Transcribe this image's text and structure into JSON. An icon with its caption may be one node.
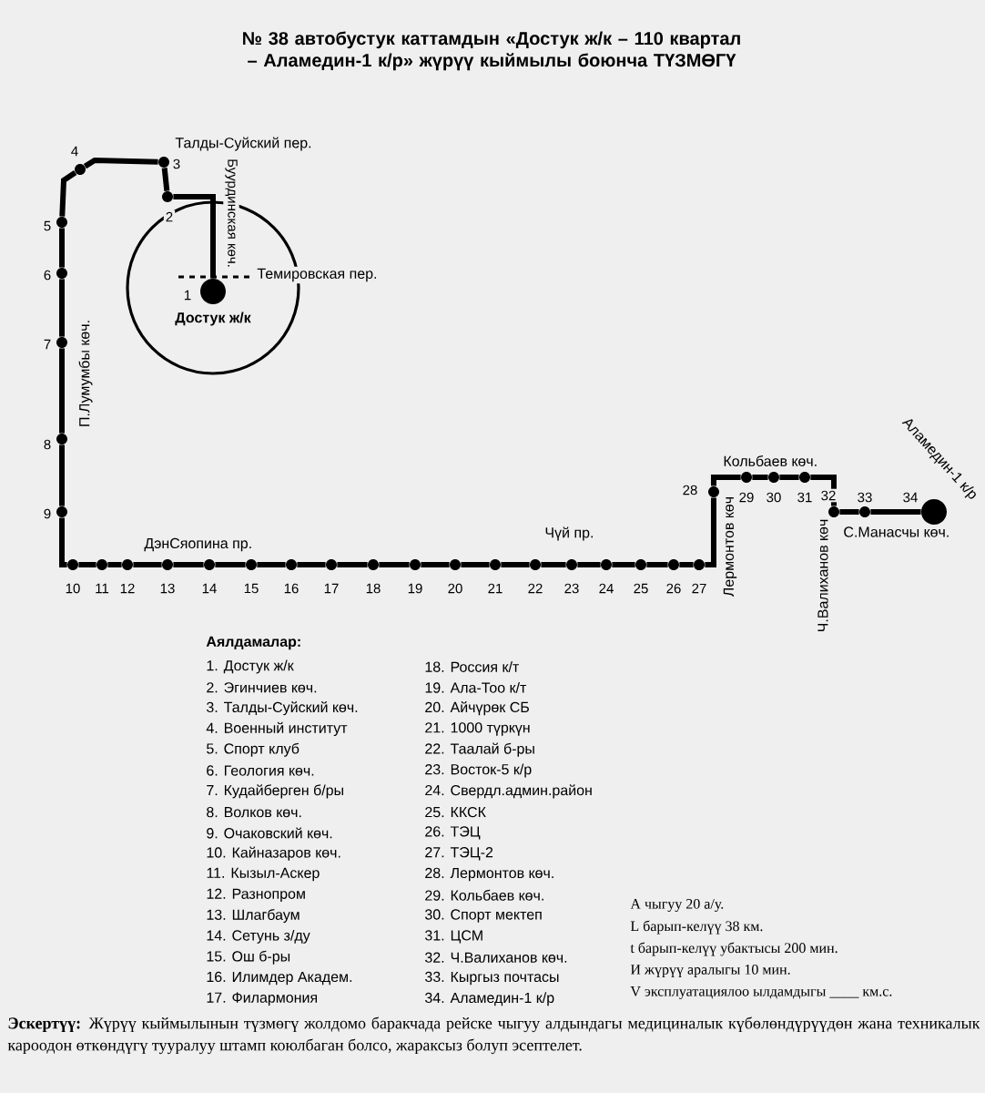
{
  "diagram": {
    "title": "№ 38 автобустук каттамдын «Достук ж/к – 110 квартал – Аламедин-1 к/р» жүрүү кыймылы боюнча ТҮЗМӨГҮ",
    "nodes": [
      {
        "text": [],
        "shape": "circle",
        "beside": [
          "1",
          "Достук ж/к"
        ]
      },
      {
        "text": [],
        "shape": "circle",
        "beside": [
          "2"
        ]
      },
      {
        "text": [],
        "shape": "circle",
        "beside": [
          "3"
        ]
      },
      {
        "text": [],
        "shape": "circle",
        "beside": [
          "4"
        ]
      },
      {
        "text": [],
        "shape": "circle",
        "beside": [
          "5"
        ]
      },
      {
        "text": [],
        "shape": "circle",
        "beside": [
          "6"
        ]
      },
      {
        "text": [],
        "shape": "circle",
        "beside": [
          "7"
        ]
      },
      {
        "text": [],
        "shape": "circle",
        "beside": [
          "8"
        ]
      },
      {
        "text": [],
        "shape": "circle",
        "beside": [
          "9"
        ]
      },
      {
        "text": [],
        "shape": "circle",
        "beside": [
          "10"
        ]
      },
      {
        "text": [],
        "shape": "circle",
        "beside": [
          "11"
        ]
      },
      {
        "text": [],
        "shape": "circle",
        "beside": [
          "12"
        ]
      },
      {
        "text": [],
        "shape": "circle",
        "beside": [
          "13"
        ]
      },
      {
        "text": [],
        "shape": "circle",
        "beside": [
          "14"
        ]
      },
      {
        "text": [],
        "shape": "circle",
        "beside": [
          "15"
        ]
      },
      {
        "text": [],
        "shape": "circle",
        "beside": [
          "16"
        ]
      },
      {
        "text": [],
        "shape": "circle",
        "beside": [
          "17"
        ]
      },
      {
        "text": [],
        "shape": "circle",
        "beside": [
          "18"
        ]
      },
      {
        "text": [],
        "shape": "circle",
        "beside": [
          "19"
        ]
      },
      {
        "text": [],
        "shape": "circle",
        "beside": [
          "20"
        ]
      },
      {
        "text": [],
        "shape": "circle",
        "beside": [
          "21"
        ]
      },
      {
        "text": [],
        "shape": "circle",
        "beside": [
          "22"
        ]
      },
      {
        "text": [],
        "shape": "circle",
        "beside": [
          "23"
        ]
      },
      {
        "text": [],
        "shape": "circle",
        "beside": [
          "24"
        ]
      },
      {
        "text": [],
        "shape": "circle",
        "beside": [
          "25"
        ]
      },
      {
        "text": [],
        "shape": "circle",
        "beside": [
          "26"
        ]
      },
      {
        "text": [],
        "shape": "circle",
        "beside": [
          "27"
        ]
      },
      {
        "text": [],
        "shape": "circle",
        "beside": [
          "28"
        ]
      },
      {
        "text": [],
        "shape": "circle",
        "beside": [
          "29"
        ]
      },
      {
        "text": [],
        "shape": "circle",
        "beside": [
          "30"
        ]
      },
      {
        "text": [],
        "shape": "circle",
        "beside": [
          "31"
        ]
      },
      {
        "text": [],
        "shape": "circle",
        "beside": [
          "32"
        ]
      },
      {
        "text": [],
        "shape": "circle",
        "beside": [
          "33"
        ]
      },
      {
        "text": [],
        "shape": "circle",
        "beside": [
          "34",
          "Аламедин-1 к/р"
        ]
      }
    ],
    "edges": [
      {
        "from": 0,
        "to": 1,
        "arrow": "none"
      },
      {
        "from": 1,
        "to": 2,
        "arrow": "none"
      },
      {
        "from": 2,
        "to": 3,
        "arrow": "none"
      },
      {
        "from": 3,
        "to": 4,
        "arrow": "none"
      },
      {
        "from": 4,
        "to": 5,
        "arrow": "none"
      },
      {
        "from": 5,
        "to": 6,
        "arrow": "none"
      },
      {
        "from": 6,
        "to": 7,
        "arrow": "none"
      },
      {
        "from": 7,
        "to": 8,
        "arrow": "none"
      },
      {
        "from": 8,
        "to": 9,
        "arrow": "none"
      },
      {
        "from": 9,
        "to": 10,
        "arrow": "none"
      },
      {
        "from": 10,
        "to": 11,
        "arrow": "none"
      },
      {
        "from": 11,
        "to": 12,
        "arrow": "none"
      },
      {
        "from": 12,
        "to": 13,
        "arrow": "none"
      },
      {
        "from": 13,
        "to": 14,
        "arrow": "none"
      },
      {
        "from": 14,
        "to": 15,
        "arrow": "none"
      },
      {
        "from": 15,
        "to": 16,
        "arrow": "none"
      },
      {
        "from": 16,
        "to": 17,
        "arrow": "none"
      },
      {
        "from": 17,
        "to": 18,
        "arrow": "none"
      },
      {
        "from": 18,
        "to": 19,
        "arrow": "none"
      },
      {
        "from": 19,
        "to": 20,
        "arrow": "none"
      },
      {
        "from": 20,
        "to": 21,
        "arrow": "none"
      },
      {
        "from": 21,
        "to": 22,
        "arrow": "none"
      },
      {
        "from": 22,
        "to": 23,
        "arrow": "none"
      },
      {
        "from": 23,
        "to": 24,
        "arrow": "none"
      },
      {
        "from": 24,
        "to": 25,
        "arrow": "none"
      },
      {
        "from": 25,
        "to": 26,
        "arrow": "none"
      },
      {
        "from": 26,
        "to": 27,
        "arrow": "none"
      },
      {
        "from": 27,
        "to": 28,
        "arrow": "none"
      },
      {
        "from": 28,
        "to": 29,
        "arrow": "none"
      },
      {
        "from": 29,
        "to": 30,
        "arrow": "none"
      },
      {
        "from": 30,
        "to": 31,
        "arrow": "none"
      },
      {
        "from": 31,
        "to": 32,
        "arrow": "none"
      },
      {
        "from": 32,
        "to": 33,
        "arrow": "none"
      }
    ],
    "labels": [
      "Талды-Суйский пер.",
      "Буурдинская көч.",
      "Темировская пер.",
      "П.Лумумбы көч.",
      "ДэнСяопина пр.",
      "Чүй пр.",
      "Кольбаев көч.",
      "Лермонтов көч",
      "Ч.Валиханов көч",
      "С.Манасчы көч.",
      "Аялдамалар:",
      "1. Достук ж/к",
      "2. Эгинчиев көч.",
      "3. Талды-Суйский көч.",
      "4. Военный институт",
      "5. Спорт клуб",
      "6. Геология көч.",
      "7. Кудайберген б/ры",
      "8. Волков көч.",
      "9. Очаковский көч.",
      "10. Кайназаров көч.",
      "11. Кызыл-Аскер",
      "12. Разнопром",
      "13. Шлагбаум",
      "14. Сетунь з/ду",
      "15. Ош б-ры",
      "16. Илимдер Академ.",
      "17. Филармония",
      "18. Россия к/т",
      "19. Ала-Тоо к/т",
      "20. Айчүрөк СБ",
      "21. 1000 түркүн",
      "22. Таалай б-ры",
      "23. Восток-5 к/р",
      "24. Свердл.админ.район",
      "25. ККСК",
      "26. ТЭЦ",
      "27. ТЭЦ-2",
      "28. Лермонтов көч.",
      "29. Кольбаев көч.",
      "30. Спорт мектеп",
      "31. ЦСМ",
      "32. Ч.Валиханов көч.",
      "33. Кыргыз почтасы",
      "34. Аламедин-1 к/р",
      "А чыгуу 20 а/у.",
      "L барып-келүү 38 км.",
      "t барып-келүү убактысы 200 мин.",
      "И жүрүү аралыгы 10 мин.",
      "V эксплуатациялоо ылдамдыгы ____ км.с.",
      "**Эскертүү:** Жүрүү кыймылынын түзмөгү жолдомо баракчада рейске чыгуу алдындагы медициналык күбөлөндүрүүдөн жана техникалык кароодон өткөндүгү тууралуу штамп коюлбаган болсо, жараксыз болуп эсептелет."
    ]
  }
}
